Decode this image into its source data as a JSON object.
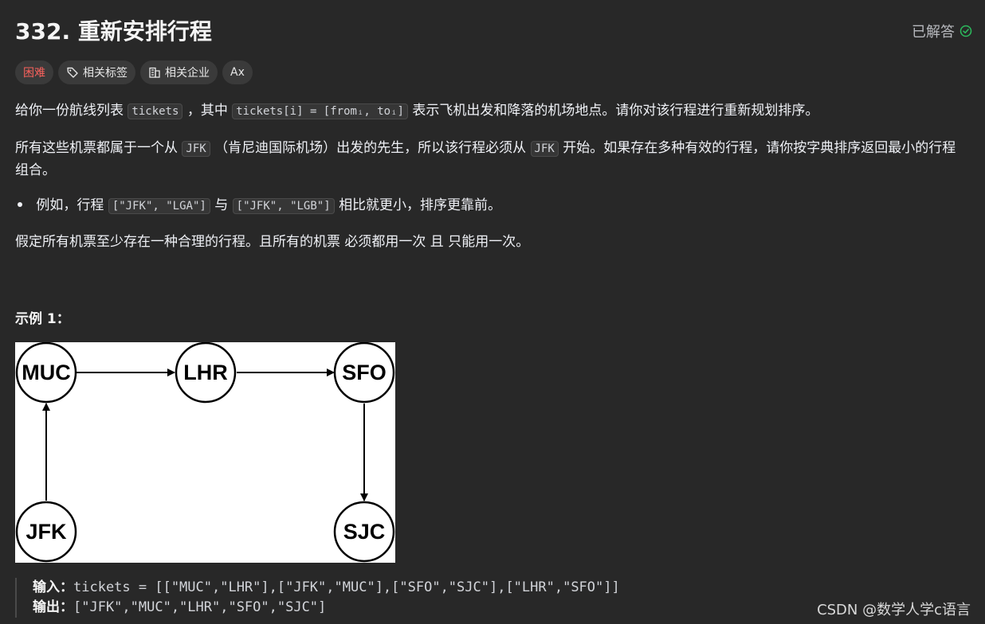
{
  "problem": {
    "title": "332. 重新安排行程",
    "status": "已解答"
  },
  "tags": {
    "difficulty": "困难",
    "related_tags": "相关标签",
    "related_companies": "相关企业",
    "translate": "Aх"
  },
  "description": {
    "p1_a": "给你一份航线列表",
    "p1_code1": "tickets",
    "p1_b": "，其中",
    "p1_code2": "tickets[i] = [fromᵢ, toᵢ]",
    "p1_c": "表示飞机出发和降落的机场地点。请你对该行程进行重新规划排序。",
    "p2_a": "所有这些机票都属于一个从",
    "p2_code1": "JFK",
    "p2_b": "（肯尼迪国际机场）出发的先生，所以该行程必须从",
    "p2_code2": "JFK",
    "p2_c": "开始。如果存在多种有效的行程，请你按字典排序返回最小的行程组合。",
    "b1_a": "例如，行程",
    "b1_code1": "[\"JFK\", \"LGA\"]",
    "b1_b": "与",
    "b1_code2": "[\"JFK\", \"LGB\"]",
    "b1_c": "相比就更小，排序更靠前。",
    "p3": "假定所有机票至少存在一种合理的行程。且所有的机票 必须都用一次 且 只能用一次。"
  },
  "example": {
    "title": "示例 1：",
    "nodes": [
      "MUC",
      "LHR",
      "SFO",
      "JFK",
      "SJC"
    ],
    "input_label": "输入：",
    "input_value": "tickets = [[\"MUC\",\"LHR\"],[\"JFK\",\"MUC\"],[\"SFO\",\"SJC\"],[\"LHR\",\"SFO\"]]",
    "output_label": "输出：",
    "output_value": "[\"JFK\",\"MUC\",\"LHR\",\"SFO\",\"SJC\"]"
  },
  "watermark": "CSDN @数学人学c语言",
  "colors": {
    "background": "#282828",
    "hard": "#f8615c",
    "solved_check": "#2cbb5d"
  }
}
